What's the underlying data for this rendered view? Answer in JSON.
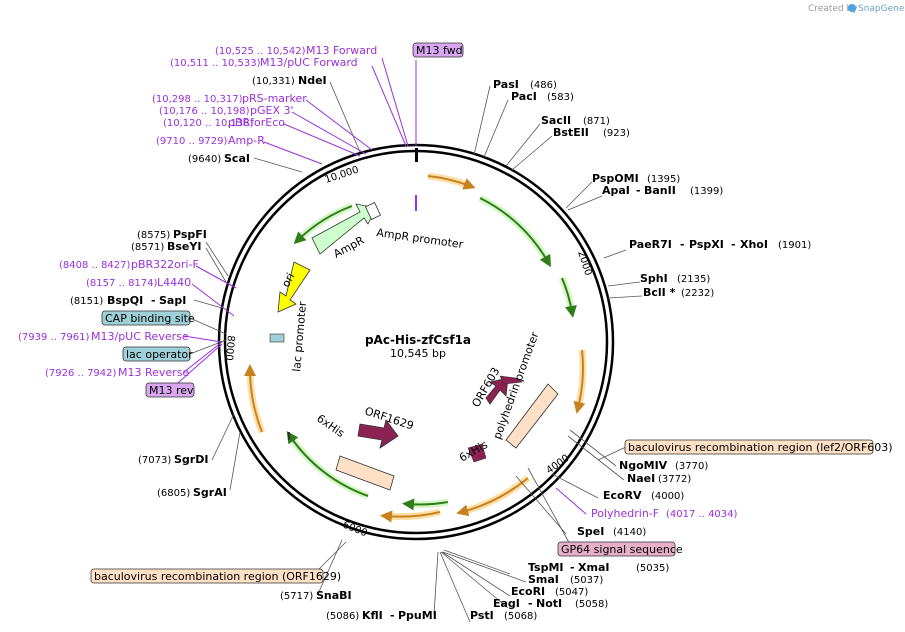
{
  "credit": {
    "prefix": "Created by",
    "brand": "SnapGene"
  },
  "plasmid": {
    "name": "pAc-His-zfCsf1a",
    "size": "10,545 bp"
  },
  "ticks": [
    "10,000",
    "2000",
    "4000",
    "6000",
    "8000"
  ],
  "enzymes_right": [
    {
      "name": "PasI",
      "pos": "(486)"
    },
    {
      "name": "PacI",
      "pos": "(583)"
    },
    {
      "name": "SacII",
      "pos": "(871)"
    },
    {
      "name": "BstEII",
      "pos": "(923)"
    },
    {
      "name": "PspOMI",
      "pos": "(1395)"
    },
    {
      "name": "ApaI",
      "sep": "-",
      "name2": "BanII",
      "pos": "(1399)"
    },
    {
      "name": "PaeR7I",
      "sep": "-",
      "name2": "PspXI",
      "sep2": "-",
      "name3": "XhoI",
      "pos": "(1901)"
    },
    {
      "name": "SphI",
      "pos": "(2135)"
    },
    {
      "name": "BclI *",
      "pos": "(2232)"
    },
    {
      "name": "NgoMIV",
      "pos": "(3770)"
    },
    {
      "name": "NaeI",
      "pos": "(3772)"
    },
    {
      "name": "EcoRV",
      "pos": "(4000)"
    },
    {
      "name": "SpeI",
      "pos": "(4140)"
    },
    {
      "name": "TspMI",
      "sep": "-",
      "name2": "XmaI",
      "pos": "(5035)"
    },
    {
      "name": "SmaI",
      "pos": "(5037)"
    },
    {
      "name": "EcoRI",
      "pos": "(5047)"
    },
    {
      "name": "EagI",
      "sep": "-",
      "name2": "NotI",
      "pos": "(5058)"
    },
    {
      "name": "PstI",
      "pos": "(5068)"
    }
  ],
  "enzymes_left": [
    {
      "name": "NdeI",
      "pos": "(10,331)"
    },
    {
      "name": "ScaI",
      "pos": "(9640)"
    },
    {
      "name": "PspFI",
      "pos": "(8575)"
    },
    {
      "name": "BseYI",
      "pos": "(8571)"
    },
    {
      "name": "BspQI",
      "sep": "-",
      "name2": "SapI",
      "pos": "(8151)"
    },
    {
      "name": "SgrDI",
      "pos": "(7073)"
    },
    {
      "name": "SgrAI",
      "pos": "(6805)"
    },
    {
      "name": "SnaBI",
      "pos": "(5717)"
    },
    {
      "name": "KflI",
      "sep": "-",
      "name2": "PpuMI",
      "pos": "(5086)"
    }
  ],
  "primers": [
    {
      "name": "M13 Forward",
      "pos": "(10,525 .. 10,542)"
    },
    {
      "name": "M13/pUC Forward",
      "pos": "(10,511 .. 10,533)"
    },
    {
      "name": "pRS-marker",
      "pos": "(10,298 .. 10,317)"
    },
    {
      "name": "pGEX 3'",
      "pos": "(10,176 .. 10,198)"
    },
    {
      "name": "pBRforEco",
      "pos": "(10,120 .. 10,138)"
    },
    {
      "name": "Amp-R",
      "pos": "(9710 .. 9729)"
    },
    {
      "name": "pBR322ori-F",
      "pos": "(8408 .. 8427)"
    },
    {
      "name": "L4440",
      "pos": "(8157 .. 8174)"
    },
    {
      "name": "M13/pUC Reverse",
      "pos": "(7939 .. 7961)"
    },
    {
      "name": "M13 Reverse",
      "pos": "(7926 .. 7942)"
    },
    {
      "name": "Polyhedrin-F",
      "pos": "(4017 .. 4034)"
    }
  ],
  "boxes": {
    "m13fwd": "M13 fwd",
    "cap": "CAP binding site",
    "lacop": "lac operator",
    "m13rev": "M13 rev",
    "bac_right": "baculovirus recombination region (lef2/ORF603)",
    "bac_left": "baculovirus recombination region (ORF1629)",
    "gp64": "GP64 signal sequence"
  },
  "features": {
    "ampr_promoter": "AmpR promoter",
    "ampr": "AmpR",
    "ori": "ori",
    "lac_promoter": "lac promoter",
    "orf1629": "ORF1629",
    "his_left": "6xHis",
    "orf603": "ORF603",
    "polyhedrin": "polyhedrin promoter",
    "his_right": "6xHis"
  },
  "colors": {
    "primer": "#9b30d9",
    "orange_arrow": "#e8a040",
    "green_arrow": "#3a9a20",
    "ampr_fill": "#ccffcc",
    "ori_fill": "#ffff00",
    "orf_fill": "#8b2252",
    "beige_fill": "#fde0c5",
    "blue_box": "#9fd0d8",
    "purple_box": "#d9a6f0",
    "pink_box": "#e8b0c8"
  }
}
